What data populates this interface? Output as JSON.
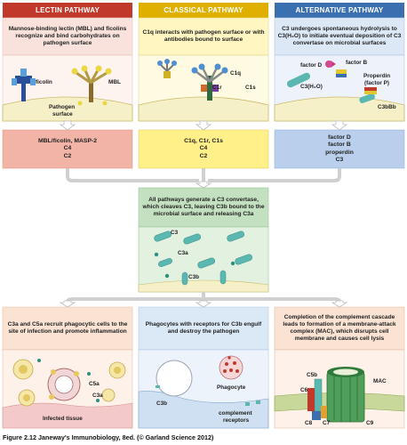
{
  "headers": {
    "lectin": "LECTIN PATHWAY",
    "classical": "CLASSICAL PATHWAY",
    "alternative": "ALTERNATIVE PATHWAY"
  },
  "descriptions": {
    "lectin": "Mannose-binding lectin (MBL) and ficolins recognize and bind carbohydrates on pathogen surface",
    "classical": "C1q interacts with pathogen surface or with antibodies bound to surface",
    "alternative": "C3 undergoes spontaneous hydrolysis to C3(H₂O) to initiate eventual deposition of C3 convertase on microbial surfaces"
  },
  "illustration_labels": {
    "ficolin": "ficolin",
    "mbl": "MBL",
    "pathogen_surface_1": "Pathogen",
    "pathogen_surface_2": "surface",
    "c1q": "C1q",
    "c1r": "C1r",
    "c1s": "C1s",
    "factor_d": "factor D",
    "factor_b": "factor B",
    "c3h2o": "C3(H₂O)",
    "properdin_1": "Properdin",
    "properdin_2": "(factor P)",
    "c3bbb": "C3bBb"
  },
  "components": {
    "lectin": [
      "MBL/ficolin, MASP-2",
      "C4",
      "C2"
    ],
    "classical": [
      "C1q, C1r, C1s",
      "C4",
      "C2"
    ],
    "alternative": [
      "factor D",
      "factor B",
      "properdin",
      "C3"
    ]
  },
  "convergence": {
    "text": "All pathways generate a C3 convertase, which cleaves C3, leaving C3b bound to the microbial surface and releasing C3a",
    "c3": "C3",
    "c3a": "C3a",
    "c3b": "C3b"
  },
  "outcomes": {
    "left": "C3a and C5a recruit phagocytic cells to the site of infection and promote inflammation",
    "middle": "Phagocytes with receptors for C3b engulf and destroy the pathogen",
    "right": "Completion of the complement cascade leads to formation of a membrane-attack complex (MAC), which disrupts cell membrane and causes cell lysis"
  },
  "outcome_labels": {
    "c5a": "C5a",
    "c3a": "C3a",
    "infected_tissue": "Infected tissue",
    "c3b": "C3b",
    "phagocyte": "Phagocyte",
    "complement_1": "complement",
    "complement_2": "receptors",
    "c5b": "C5b",
    "c6": "C6",
    "c7": "C7",
    "c8": "C8",
    "c9": "C9",
    "mac": "MAC"
  },
  "caption": "Figure 2.12  Janeway's Immunobiology, 8ed. (© Garland Science 2012)",
  "colors": {
    "lectin_header": "#c0392b",
    "classical_header": "#e0b000",
    "alternative_header": "#3a6fb0",
    "lectin_light": "#f9e2dc",
    "classical_light": "#fff6c2",
    "alternative_light": "#dde8f6",
    "lectin_comp": "#f2b4a6",
    "classical_comp": "#fff08a",
    "alternative_comp": "#b9cfeb",
    "green_light": "#e3f1e1",
    "green_mid": "#c3e0c0",
    "peach": "#fbe3d3",
    "blue_out": "#dbe8f6",
    "surface": "#f6f0c8",
    "teal": "#5bb8b0"
  }
}
